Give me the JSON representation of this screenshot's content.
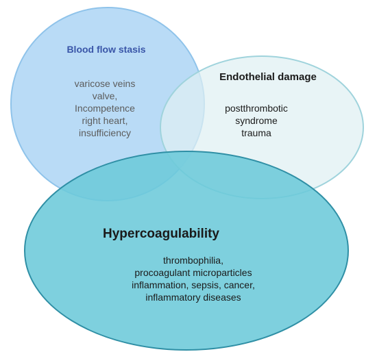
{
  "colors": {
    "blood_flow_fill": "#b9dbf6",
    "blood_flow_stroke": "#8fc3ea",
    "endothelial_fill": "#dff0f2",
    "endothelial_stroke": "#9fd3dc",
    "hypercoag_fill": "#6ccad9",
    "hypercoag_stroke": "#2f8fa5",
    "title_blue": "#3a56a8",
    "text_gray": "#5c5c5c",
    "text_dark": "#1a1a1a"
  },
  "blood_flow": {
    "title": "Blood flow stasis",
    "lines": [
      "varicose veins",
      "valve,",
      "Incompetence",
      "right heart,",
      "insufficiency"
    ]
  },
  "endothelial": {
    "title": "Endothelial damage",
    "lines": [
      "postthrombotic",
      "syndrome",
      "trauma"
    ]
  },
  "hypercoag": {
    "title": "Hypercoagulability",
    "lines": [
      "thrombophilia,",
      "procoagulant microparticles",
      "inflammation, sepsis, cancer,",
      "inflammatory diseases"
    ]
  }
}
